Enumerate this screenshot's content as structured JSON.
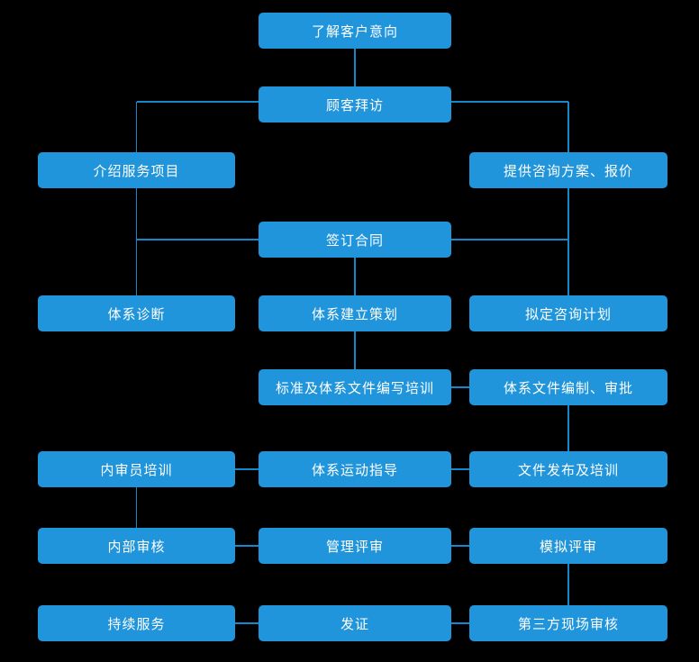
{
  "flowchart": {
    "background_color": "#000000",
    "node_fill_color": "#2095DB",
    "node_text_color": "#FFFFFF",
    "connector_color": "#1588C9",
    "nodes": [
      {
        "id": "understand-intent",
        "label": "了解客户意向",
        "col": "center",
        "row": 1
      },
      {
        "id": "customer-visit",
        "label": "顾客拜访",
        "col": "center",
        "row": 2
      },
      {
        "id": "introduce-services",
        "label": "介绍服务项目",
        "col": "left",
        "row": 3
      },
      {
        "id": "provide-proposal",
        "label": "提供咨询方案、报价",
        "col": "right",
        "row": 3
      },
      {
        "id": "sign-contract",
        "label": "签订合同",
        "col": "center",
        "row": 4
      },
      {
        "id": "system-diagnosis",
        "label": "体系诊断",
        "col": "left",
        "row": 5
      },
      {
        "id": "system-planning",
        "label": "体系建立策划",
        "col": "center",
        "row": 5
      },
      {
        "id": "consulting-plan",
        "label": "拟定咨询计划",
        "col": "right",
        "row": 5
      },
      {
        "id": "doc-writing-training",
        "label": "标准及体系文件编写培训",
        "col": "center",
        "row": 6
      },
      {
        "id": "doc-compile-approve",
        "label": "体系文件编制、审批",
        "col": "right",
        "row": 6
      },
      {
        "id": "auditor-training",
        "label": "内审员培训",
        "col": "left",
        "row": 7
      },
      {
        "id": "system-operation",
        "label": "体系运动指导",
        "col": "center",
        "row": 7
      },
      {
        "id": "doc-release-training",
        "label": "文件发布及培训",
        "col": "right",
        "row": 7
      },
      {
        "id": "internal-audit",
        "label": "内部审核",
        "col": "left",
        "row": 8
      },
      {
        "id": "management-review",
        "label": "管理评审",
        "col": "center",
        "row": 8
      },
      {
        "id": "mock-review",
        "label": "模拟评审",
        "col": "right",
        "row": 8
      },
      {
        "id": "continuous-service",
        "label": "持续服务",
        "col": "left",
        "row": 9
      },
      {
        "id": "certification",
        "label": "发证",
        "col": "center",
        "row": 9
      },
      {
        "id": "third-party-audit",
        "label": "第三方现场审核",
        "col": "right",
        "row": 9
      }
    ],
    "edges": [
      {
        "from": "understand-intent",
        "to": "customer-visit"
      },
      {
        "from": "customer-visit",
        "to": "introduce-services"
      },
      {
        "from": "customer-visit",
        "to": "provide-proposal"
      },
      {
        "from": "introduce-services",
        "to": "sign-contract"
      },
      {
        "from": "provide-proposal",
        "to": "sign-contract"
      },
      {
        "from": "introduce-services",
        "to": "system-diagnosis"
      },
      {
        "from": "provide-proposal",
        "to": "consulting-plan"
      },
      {
        "from": "sign-contract",
        "to": "system-planning"
      },
      {
        "from": "system-planning",
        "to": "doc-writing-training"
      },
      {
        "from": "doc-writing-training",
        "to": "doc-compile-approve"
      },
      {
        "from": "doc-compile-approve",
        "to": "doc-release-training"
      },
      {
        "from": "doc-release-training",
        "to": "system-operation"
      },
      {
        "from": "system-operation",
        "to": "auditor-training"
      },
      {
        "from": "auditor-training",
        "to": "internal-audit"
      },
      {
        "from": "internal-audit",
        "to": "management-review"
      },
      {
        "from": "management-review",
        "to": "mock-review"
      },
      {
        "from": "mock-review",
        "to": "third-party-audit"
      },
      {
        "from": "third-party-audit",
        "to": "certification"
      },
      {
        "from": "certification",
        "to": "continuous-service"
      }
    ]
  }
}
